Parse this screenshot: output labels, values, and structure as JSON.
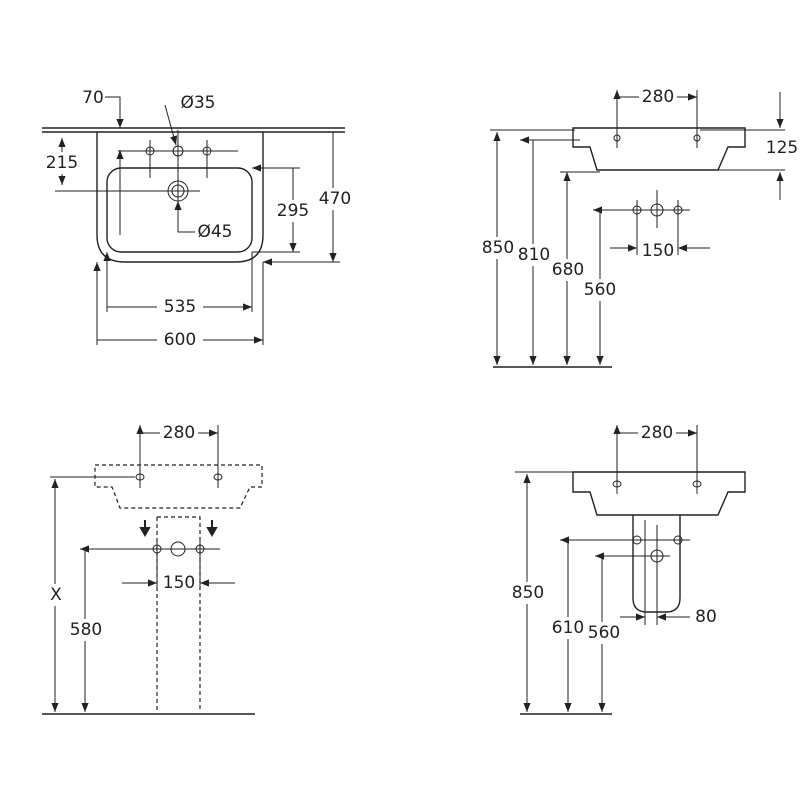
{
  "top_view": {
    "d70": "70",
    "d35": "Ø35",
    "d215": "215",
    "d295": "295",
    "d470": "470",
    "d45": "Ø45",
    "d535": "535",
    "d600": "600"
  },
  "side_view_wall": {
    "d280": "280",
    "d125": "125",
    "d850": "850",
    "d810": "810",
    "d680": "680",
    "d560": "560",
    "d150": "150"
  },
  "side_view_pedestal": {
    "d280": "280",
    "dX": "X",
    "d580": "580",
    "d150": "150"
  },
  "side_view_semipedestal": {
    "d280": "280",
    "d850": "850",
    "d610": "610",
    "d560": "560",
    "d80": "80"
  }
}
